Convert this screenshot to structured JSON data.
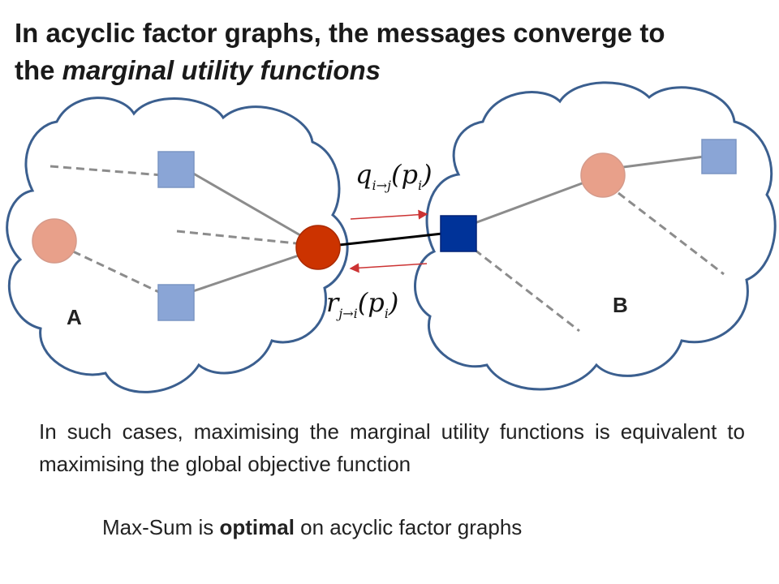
{
  "title": {
    "line1": "In acyclic factor graphs, the messages converge to",
    "line2_prefix": "the ",
    "line2_emph": "marginal utility functions"
  },
  "diagram": {
    "cloud_a_label": "A",
    "cloud_b_label": "B",
    "message_q": {
      "main": "q",
      "sub": "i→j",
      "arg_open": "(",
      "arg": "p",
      "arg_sub": "i",
      "arg_close": ")"
    },
    "message_r": {
      "main": "r",
      "sub": "j→i",
      "arg_open": "(",
      "arg": "p",
      "arg_sub": "i",
      "arg_close": ")"
    },
    "colors": {
      "cloud_outline": "#3b5f8f",
      "variable_node": "#e8a08a",
      "factor_node": "#8aa5d6",
      "variable_i": "#cc3300",
      "factor_j": "#003399",
      "arrow": "#cc3333",
      "edge": "#8c8c8c",
      "link": "#000000"
    }
  },
  "paragraph": "In such cases, maximising the marginal utility functions is equivalent to maximising the global objective function",
  "conclusion": {
    "prefix": "Max-Sum is ",
    "emph": "optimal",
    "suffix": " on acyclic factor graphs"
  }
}
